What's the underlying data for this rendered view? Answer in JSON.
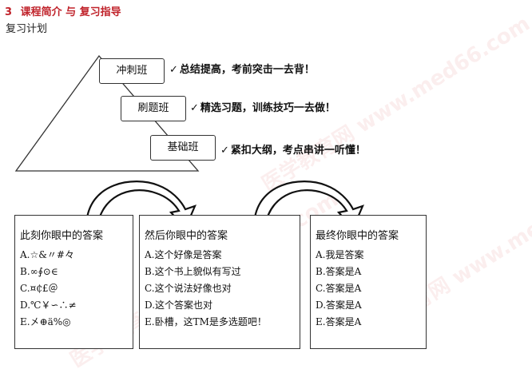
{
  "header": {
    "number": "3",
    "title": "课程简介 与 复习指导",
    "subtitle": "复习计划"
  },
  "watermark": "医学教育网 www.med66.com",
  "levels": [
    {
      "name": "冲刺班",
      "note": "总结提高，考前突击一去背！"
    },
    {
      "name": "刷题班",
      "note": "精选习题，训练技巧一去做！"
    },
    {
      "name": "基础班",
      "note": "紧扣大纲，考点串讲一听懂！"
    }
  ],
  "check_mark": "✓",
  "panels": [
    {
      "title": "此刻你眼中的答案",
      "lines": [
        "A.☆&〃#々",
        "B.∞∮⊙∈",
        "C.¤₵£＠",
        "D.℃￥∽∴≠",
        "E.㐅⊕ä%◎"
      ]
    },
    {
      "title": "然后你眼中的答案",
      "lines": [
        "A.这个好像是答案",
        "B.这个书上貌似有写过",
        "C.这个说法好像也对",
        "D.这个答案也对",
        "E.卧槽，这TM是多选题吧！"
      ]
    },
    {
      "title": "最终你眼中的答案",
      "lines": [
        "A.我是答案",
        "B.答案是A",
        "C.答案是A",
        "D.答案是A",
        "E.答案是A"
      ]
    }
  ],
  "colors": {
    "header_red": "#c0232b",
    "line": "#333333"
  }
}
